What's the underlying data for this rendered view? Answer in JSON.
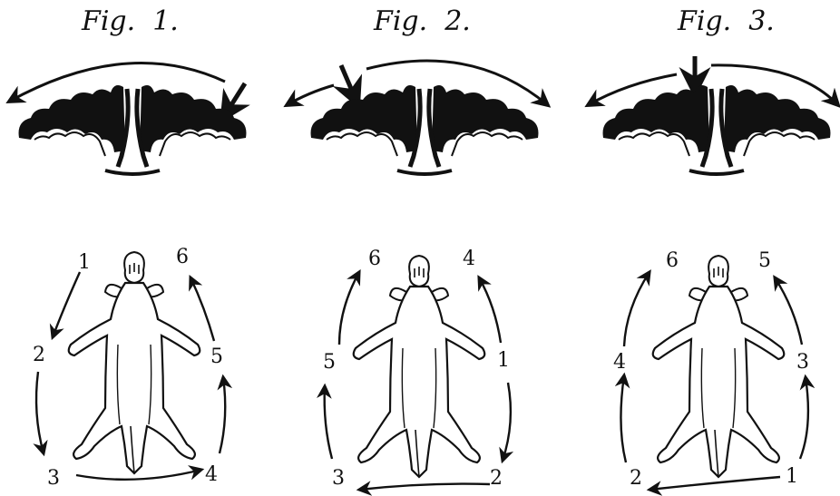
{
  "figures": [
    {
      "title": "Fig.  1.",
      "labels": [
        "1",
        "2",
        "3",
        "4",
        "5",
        "6"
      ]
    },
    {
      "title": "Fig.  2.",
      "labels": [
        "6",
        "4",
        "5",
        "1",
        "3",
        "2"
      ]
    },
    {
      "title": "Fig.  3.",
      "labels": [
        "6",
        "5",
        "4",
        "3",
        "2",
        "1"
      ]
    }
  ],
  "colors": {
    "ink": "#111111",
    "paper": "#ffffff"
  }
}
